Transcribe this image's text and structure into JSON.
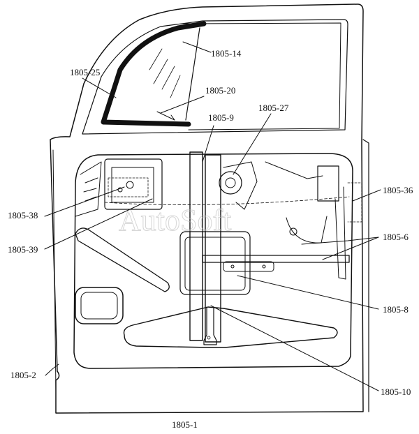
{
  "watermark": "AutoSoft",
  "callouts": {
    "c1805_25": "1805-25",
    "c1805_14": "1805-14",
    "c1805_20": "1805-20",
    "c1805_9": "1805-9",
    "c1805_27": "1805-27",
    "c1805_36": "1805-36",
    "c1805_38": "1805-38",
    "c1805_6": "1805-6",
    "c1805_39": "1805-39",
    "c1805_8": "1805-8",
    "c1805_2": "1805-2",
    "c1805_10": "1805-10",
    "c1805_1": "1805-1"
  }
}
